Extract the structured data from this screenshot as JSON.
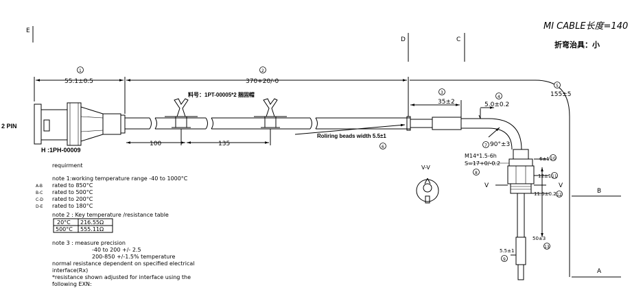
{
  "corner": {
    "title": "MI CABLE长度=140",
    "subtitle": "折弯治具：小"
  },
  "zones": {
    "E": "E",
    "D": "D",
    "C": "C",
    "B": "B",
    "A": "A"
  },
  "connector": {
    "pin_label": "2 PIN",
    "part_label": "H :1PH-00009"
  },
  "dims": {
    "d1": "55.1±0.5",
    "d2": "370+20/-0",
    "d3": "35±2",
    "d4": "5.0±0.2",
    "d5": "155±5",
    "d100": "100",
    "d135": "135",
    "d6a": "6±1",
    "d12a": "12±1",
    "d11_5": "11.5±0.2",
    "d50": "50±3",
    "d5_5": "5.5±1",
    "angle": "90°±3"
  },
  "balloons": [
    "1",
    "2",
    "3",
    "4",
    "5",
    "6",
    "7",
    "8",
    "9",
    "10",
    "11",
    "12",
    "13"
  ],
  "callouts": {
    "clip_part": "料号：1PT-00005*2 捆固帽",
    "rolling": "Roliring beads width 5.5±1",
    "thread": "M14*1.5-6h",
    "hex": "S=17+0/-0.2",
    "section": "V-V",
    "v": "V"
  },
  "notes": {
    "req": "requirment",
    "n1": "note 1:working temperature range -40 to 1000°C",
    "ab_tag": "A-B",
    "ab": "rated to 850°C",
    "bc_tag": "B-C",
    "bc": "rated to 500°C",
    "cd_tag": "C-D",
    "cd": "rated to 200°C",
    "de_tag": "D-E",
    "de": "rated to 180°C",
    "n2": "note 2 : Key temperature /resistance table",
    "t1a": "20°C",
    "t1b": "216.55Ω",
    "t2a": "500°C",
    "t2b": "555.11Ω",
    "n3": "note 3 : measure precision",
    "n3a": "-40 to 200 +/- 2.5",
    "n3b": "200-850 +/-1.5% temperature",
    "n4": "normal resistance dependent on specified electrical",
    "n5": "interface(Rx)",
    "n6": "*resistance shown adjusted for interface using the",
    "n7": "following EXN:"
  }
}
